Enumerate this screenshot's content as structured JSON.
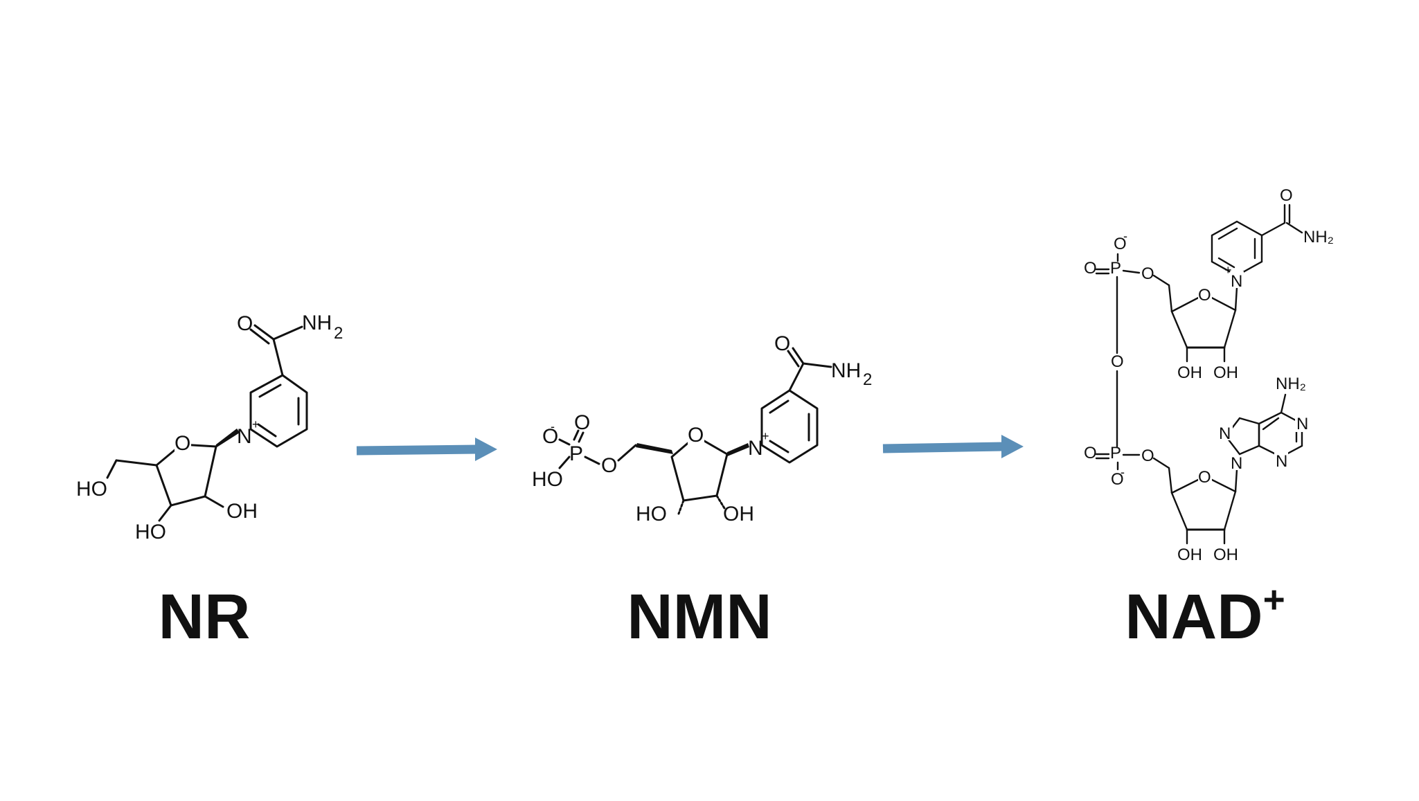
{
  "diagram": {
    "steps": [
      {
        "id": "nr",
        "label": "NR",
        "superscript": ""
      },
      {
        "id": "nmn",
        "label": "NMN",
        "superscript": ""
      },
      {
        "id": "nad",
        "label": "NAD",
        "superscript": "+"
      }
    ],
    "arrow_color": "#5b8fb8",
    "atoms": {
      "O": "O",
      "N": "N",
      "NH2": "NH",
      "sub2": "2",
      "HO": "HO",
      "OH": "OH",
      "P": "P",
      "NH2_small": "NH₂",
      "O_small": "O",
      "OH_small": "OH"
    },
    "charges": {
      "plus": "+",
      "minus": "-"
    }
  }
}
